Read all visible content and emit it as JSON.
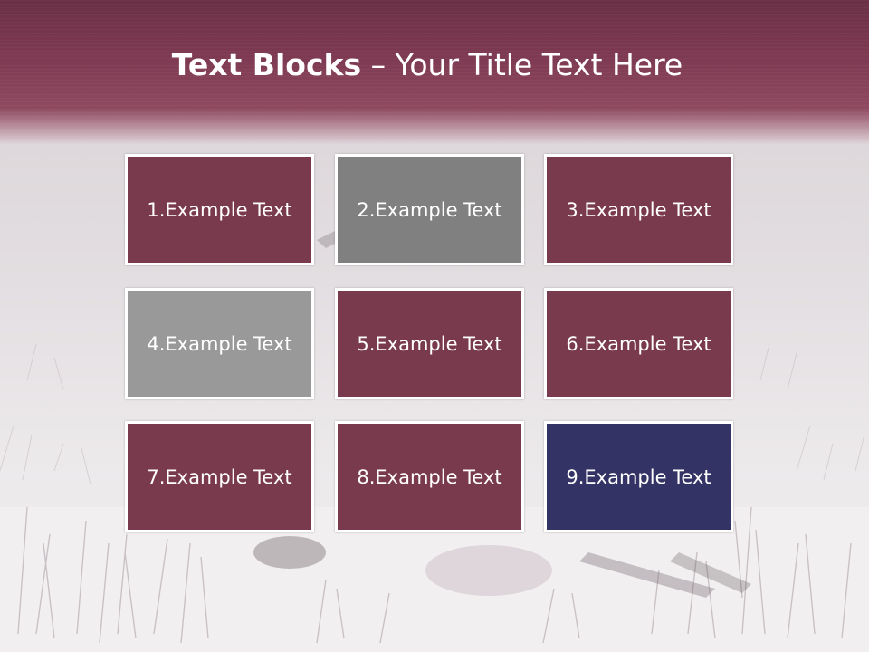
{
  "title": {
    "bold": "Text Blocks",
    "dash": " – ",
    "rest": "Your Title Text Here"
  },
  "colors": {
    "maroon": "#7a3a4d",
    "gray_dark": "#7f7f7f",
    "gray_light": "#999999",
    "navy": "#333366",
    "header": "#7e3a52"
  },
  "blocks": [
    {
      "label": "1.Example Text",
      "color": "#7a3a4d"
    },
    {
      "label": "2.Example Text",
      "color": "#808080"
    },
    {
      "label": "3.Example Text",
      "color": "#7a3a4d"
    },
    {
      "label": "4.Example Text",
      "color": "#999999"
    },
    {
      "label": "5.Example Text",
      "color": "#7a3a4d"
    },
    {
      "label": "6.Example Text",
      "color": "#7a3a4d"
    },
    {
      "label": "7.Example Text",
      "color": "#7a3a4d"
    },
    {
      "label": "8.Example Text",
      "color": "#7a3a4d"
    },
    {
      "label": "9.Example Text",
      "color": "#333366"
    }
  ]
}
